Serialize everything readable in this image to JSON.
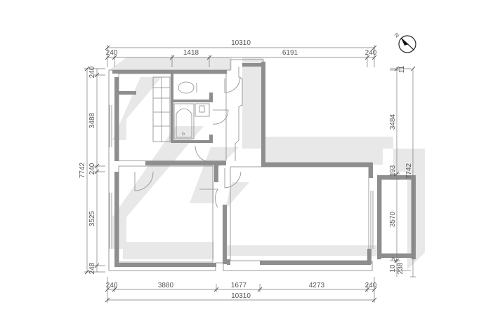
{
  "drawing": {
    "type": "apartment floor plan",
    "compass": {
      "label": "N",
      "icon": "north-arrow-icon"
    },
    "dimensions": {
      "top_total": "10310",
      "top_segments": [
        "240",
        "1418",
        "6191",
        "240"
      ],
      "bottom_segments": [
        "240",
        "3880",
        "1677",
        "4273",
        "240"
      ],
      "bottom_total": "10310",
      "left_total": "7742",
      "left_segments": [
        "240",
        "3488",
        "240",
        "3525",
        "248"
      ],
      "right_total": "7742",
      "right_segments": [
        "11",
        "3484",
        "193",
        "3570",
        "10",
        "2",
        "238"
      ]
    },
    "colors": {
      "wall": "#8c8c8c",
      "shadow": "#e6e6e6",
      "line": "#7a7a7a",
      "background": "#ffffff"
    }
  }
}
